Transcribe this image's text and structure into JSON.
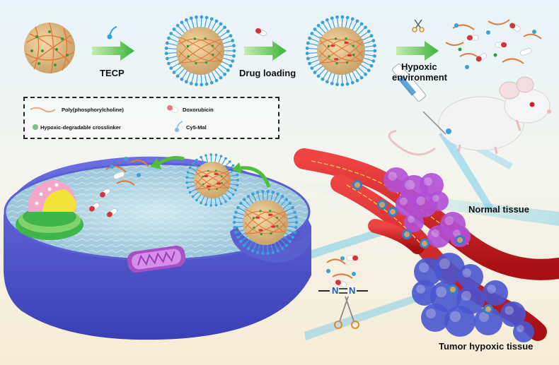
{
  "steps": {
    "step1": "TECP",
    "step2": "Drug loading",
    "step3_line1": "Hypoxic",
    "step3_line2": "environment"
  },
  "legend": {
    "item1": "Poly(phosphorylcholine)",
    "item2": "Doxorubicin",
    "item3": "Hypoxic-degradable crosslinker",
    "item4": "Cy5-Mal"
  },
  "tissues": {
    "normal": "Normal tissue",
    "tumor": "Tumor hypoxic tissue"
  },
  "azo": {
    "left_n": "N",
    "right_n": "N"
  },
  "colors": {
    "polymer": "#e07b3a",
    "crosslinker": "#2f9e3a",
    "cy5": "#3aa0d8",
    "doxorubicin": "#d8313a",
    "cell": "#5a5fd1",
    "vessel": "#d81f1f",
    "normal_tissue": "#b14fd6",
    "tumor_tissue": "#4a55cf",
    "arrow": "#4fbf3a"
  }
}
